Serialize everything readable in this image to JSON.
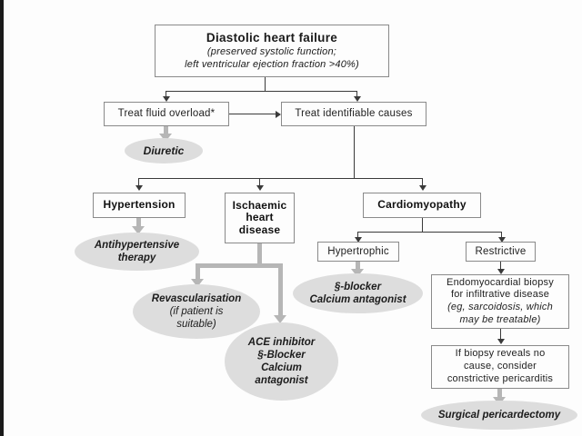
{
  "diagram": {
    "type": "flowchart",
    "title": "Diastolic heart failure management algorithm",
    "nodes": {
      "root": {
        "title": "Diastolic heart failure",
        "sub1": "(preserved systolic function;",
        "sub2": "left ventricular ejection fraction >40%)"
      },
      "fluid": {
        "label": "Treat fluid overload*"
      },
      "causes": {
        "label": "Treat identifiable causes"
      },
      "diuretic": {
        "label": "Diuretic"
      },
      "hypertension": {
        "label": "Hypertension"
      },
      "antihypertensive": {
        "line1": "Antihypertensive",
        "line2": "therapy"
      },
      "ischaemic": {
        "line1": "Ischaemic",
        "line2": "heart",
        "line3": "disease"
      },
      "revascularisation": {
        "line1": "Revascularisation",
        "line2": "(if patient is",
        "line3": "suitable)"
      },
      "ace": {
        "line1": "ACE inhibitor",
        "line2": "§-Blocker",
        "line3": "Calcium",
        "line4": "antagonist"
      },
      "cardiomyopathy": {
        "label": "Cardiomyopathy"
      },
      "hypertrophic": {
        "label": "Hypertrophic"
      },
      "restrictive": {
        "label": "Restrictive"
      },
      "betablocker": {
        "line1": "§-blocker",
        "line2": "Calcium antagonist"
      },
      "biopsy": {
        "line1": "Endomyocardial biopsy",
        "line2": "for infiltrative disease",
        "line3": "(eg, sarcoidosis, which",
        "line4": "may be treatable)"
      },
      "nocause": {
        "line1": "If biopsy reveals no",
        "line2": "cause, consider",
        "line3": "constrictive pericarditis"
      },
      "pericardectomy": {
        "label": "Surgical pericardectomy"
      }
    },
    "colors": {
      "background": "#fdfdfd",
      "box_border": "#8a8a8a",
      "text": "#1a1a1a",
      "ellipse_fill": "#dddddd",
      "connector_black": "#3a3a3a",
      "connector_gray": "#b6b6b6"
    }
  }
}
